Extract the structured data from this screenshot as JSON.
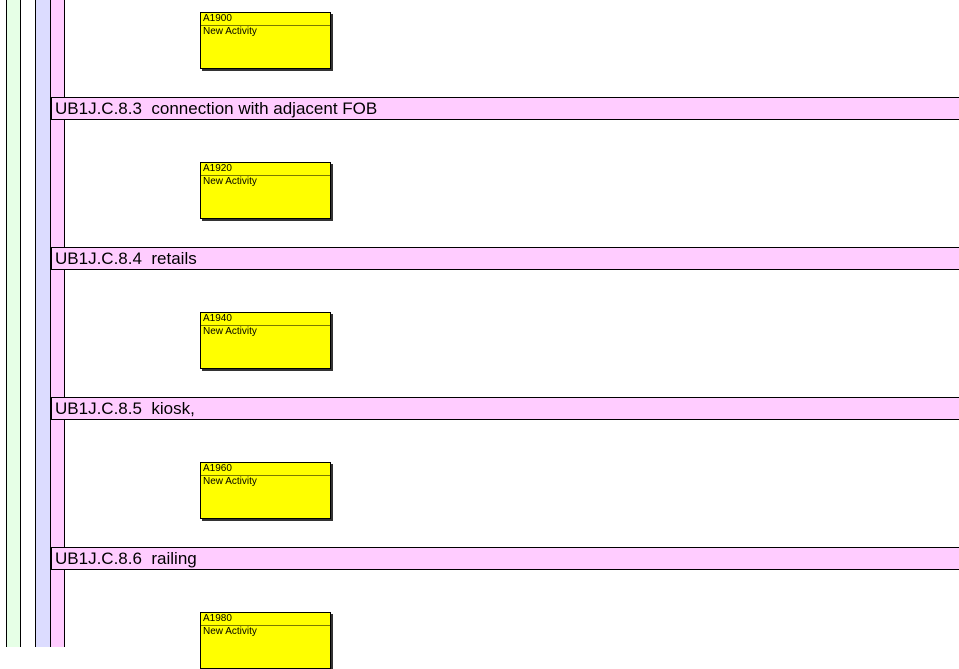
{
  "wbs_rows": [
    {
      "label": "UB1J.C.8.3  connection with adjacent FOB"
    },
    {
      "label": "UB1J.C.8.4  retails"
    },
    {
      "label": "UB1J.C.8.5  kiosk,"
    },
    {
      "label": "UB1J.C.8.6  railing"
    }
  ],
  "activities": [
    {
      "id": "A1900",
      "name": "New Activity"
    },
    {
      "id": "A1920",
      "name": "New Activity"
    },
    {
      "id": "A1940",
      "name": "New Activity"
    },
    {
      "id": "A1960",
      "name": "New Activity"
    },
    {
      "id": "A1980",
      "name": "New Activity"
    }
  ],
  "colors": {
    "activity_fill": "#ffff00",
    "wbs_header_fill": "#ffccff",
    "band_green": "#e6ffe6",
    "band_lavender": "#dcdcff"
  }
}
